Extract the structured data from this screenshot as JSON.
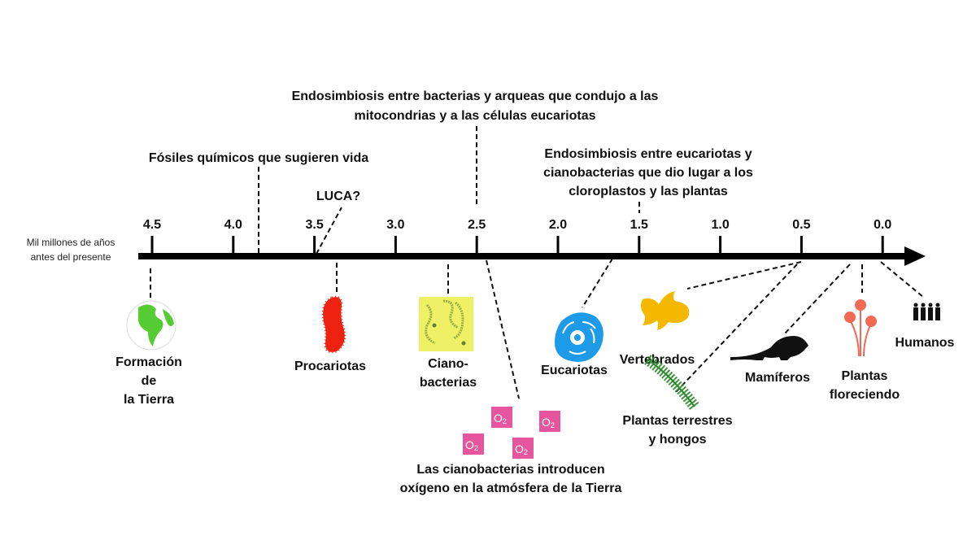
{
  "axis": {
    "label_line1": "Mil millones de años",
    "label_line2": "antes del presente",
    "ticks": [
      "4.5",
      "4.0",
      "3.5",
      "3.0",
      "2.5",
      "2.0",
      "1.5",
      "1.0",
      "0.5",
      "0.0"
    ]
  },
  "events_above": {
    "fossils": "Fósiles químicos que sugieren vida",
    "luca": "LUCA?",
    "endo1_line1": "Endosimbiosis entre bacterias y arqueas que condujo a las",
    "endo1_line2": "mitocondrias y a las células eucariotas",
    "endo2_line1": "Endosimbiosis entre eucariotas y",
    "endo2_line2": "cianobacterias que dio lugar a los",
    "endo2_line3": "cloroplastos y las plantas"
  },
  "events_below": {
    "earth_line1": "Formación",
    "earth_line2": "de",
    "earth_line3": "la Tierra",
    "prokaryotes": "Procariotas",
    "cyano_line1": "Ciano-",
    "cyano_line2": "bacterias",
    "oxygen_line1": "Las cianobacterias introducen",
    "oxygen_line2": "oxígeno en la atmósfera de la Tierra",
    "o2_symbol": "O",
    "o2_sub": "2",
    "eukaryotes": "Eucariotas",
    "vertebrates": "Vertebrados",
    "land_plants_line1": "Plantas terrestres",
    "land_plants_line2": "y hongos",
    "mammals": "Mamíferos",
    "flowering_line1": "Plantas",
    "flowering_line2": "floreciendo",
    "humans": "Humanos"
  },
  "colors": {
    "earth": "#55cc33",
    "bacterium": "#ee2211",
    "cyano_bg": "#eef066",
    "cell": "#1e9be8",
    "fish": "#f5b800",
    "fern": "#2a8a2a",
    "flower": "#f26a55",
    "o2": "#e8559f"
  }
}
